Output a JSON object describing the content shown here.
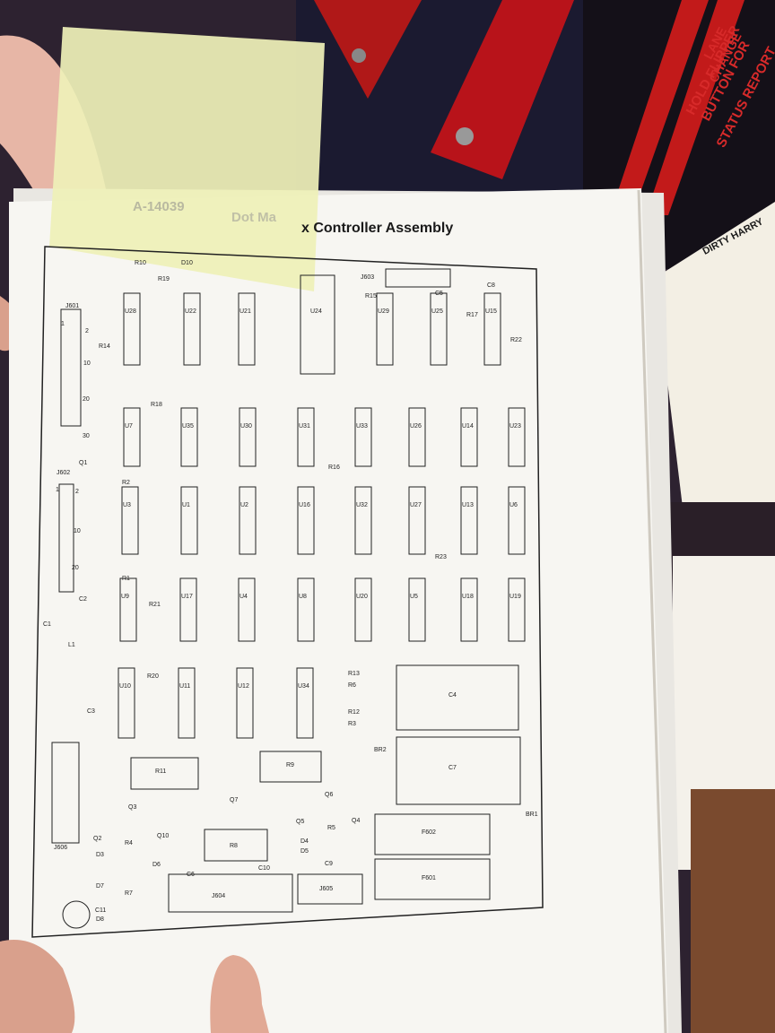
{
  "manual": {
    "part_number": "A-14039",
    "title_left": "Dot Ma",
    "title_right": "x Controller Assembly"
  },
  "playfield": {
    "lane_change": [
      "LANE",
      "CHANGE"
    ],
    "hold_flipper": [
      "HOLD FLIPPER",
      "BUTTON FOR",
      "STATUS REPORT"
    ],
    "card_title": "DIRTY HARRY"
  },
  "board": {
    "ics_row1": [
      "U28",
      "U22",
      "U21",
      "U24",
      "U29",
      "U25",
      "U15"
    ],
    "ics_row2": [
      "U7",
      "U35",
      "U30",
      "U31",
      "U33",
      "U26",
      "U14",
      "U23"
    ],
    "ics_row3": [
      "U3",
      "U1",
      "U2",
      "U16",
      "U32",
      "U27",
      "U13",
      "U6"
    ],
    "ics_row4": [
      "U9",
      "U17",
      "U4",
      "U8",
      "U20",
      "U5",
      "U18",
      "U19"
    ],
    "ics_row5": [
      "U10",
      "U11",
      "U12",
      "U34"
    ],
    "resistors": [
      "R10",
      "R19",
      "R15",
      "R17",
      "R22",
      "R14",
      "R18",
      "R16",
      "R2",
      "R1",
      "R23",
      "R21",
      "R20",
      "R13",
      "R6",
      "R12",
      "R3",
      "R11",
      "R9",
      "R8",
      "R4",
      "R7",
      "R5"
    ],
    "capacitors": [
      "C8",
      "C5",
      "C2",
      "C1",
      "C3",
      "C4",
      "C7",
      "C6",
      "C10",
      "C9",
      "C11"
    ],
    "diodes": [
      "D10",
      "D3",
      "D6",
      "D7",
      "D8",
      "D4",
      "D5"
    ],
    "transistors": [
      "Q1",
      "Q3",
      "Q2",
      "Q10",
      "Q7",
      "Q6",
      "Q5",
      "Q4"
    ],
    "connectors": [
      "J601",
      "J602",
      "J603",
      "J606",
      "J604",
      "J605"
    ],
    "fuses": [
      "F602",
      "F601"
    ],
    "bridges": [
      "BR2",
      "BR1"
    ],
    "inductor": "L1",
    "pin_numbers_j601": [
      "1",
      "2",
      "10",
      "20",
      "30"
    ],
    "pin_numbers_j602": [
      "1",
      "2",
      "10",
      "20"
    ]
  }
}
